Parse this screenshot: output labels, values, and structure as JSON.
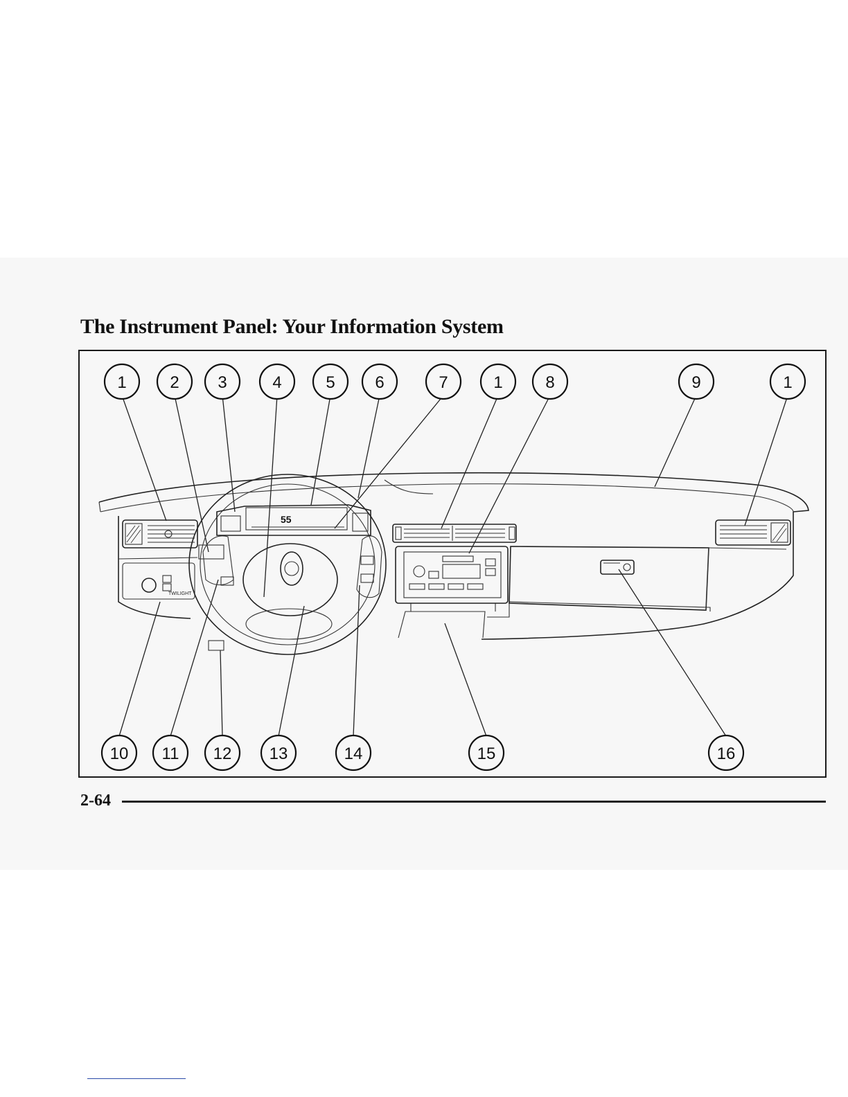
{
  "page": {
    "title": "The Instrument Panel: Your Information System",
    "page_number": "2-64"
  },
  "figure": {
    "top_callouts": [
      "1",
      "2",
      "3",
      "4",
      "5",
      "6",
      "7",
      "1",
      "8",
      "9",
      "1"
    ],
    "bottom_callouts": [
      "10",
      "11",
      "12",
      "13",
      "14",
      "15",
      "16"
    ],
    "cluster_speed": "55",
    "switch_label": "TWILIGHT"
  },
  "colors": {
    "page_band": "#f7f7f7",
    "ink": "#111111",
    "link_rule": "#2a4aa8"
  }
}
